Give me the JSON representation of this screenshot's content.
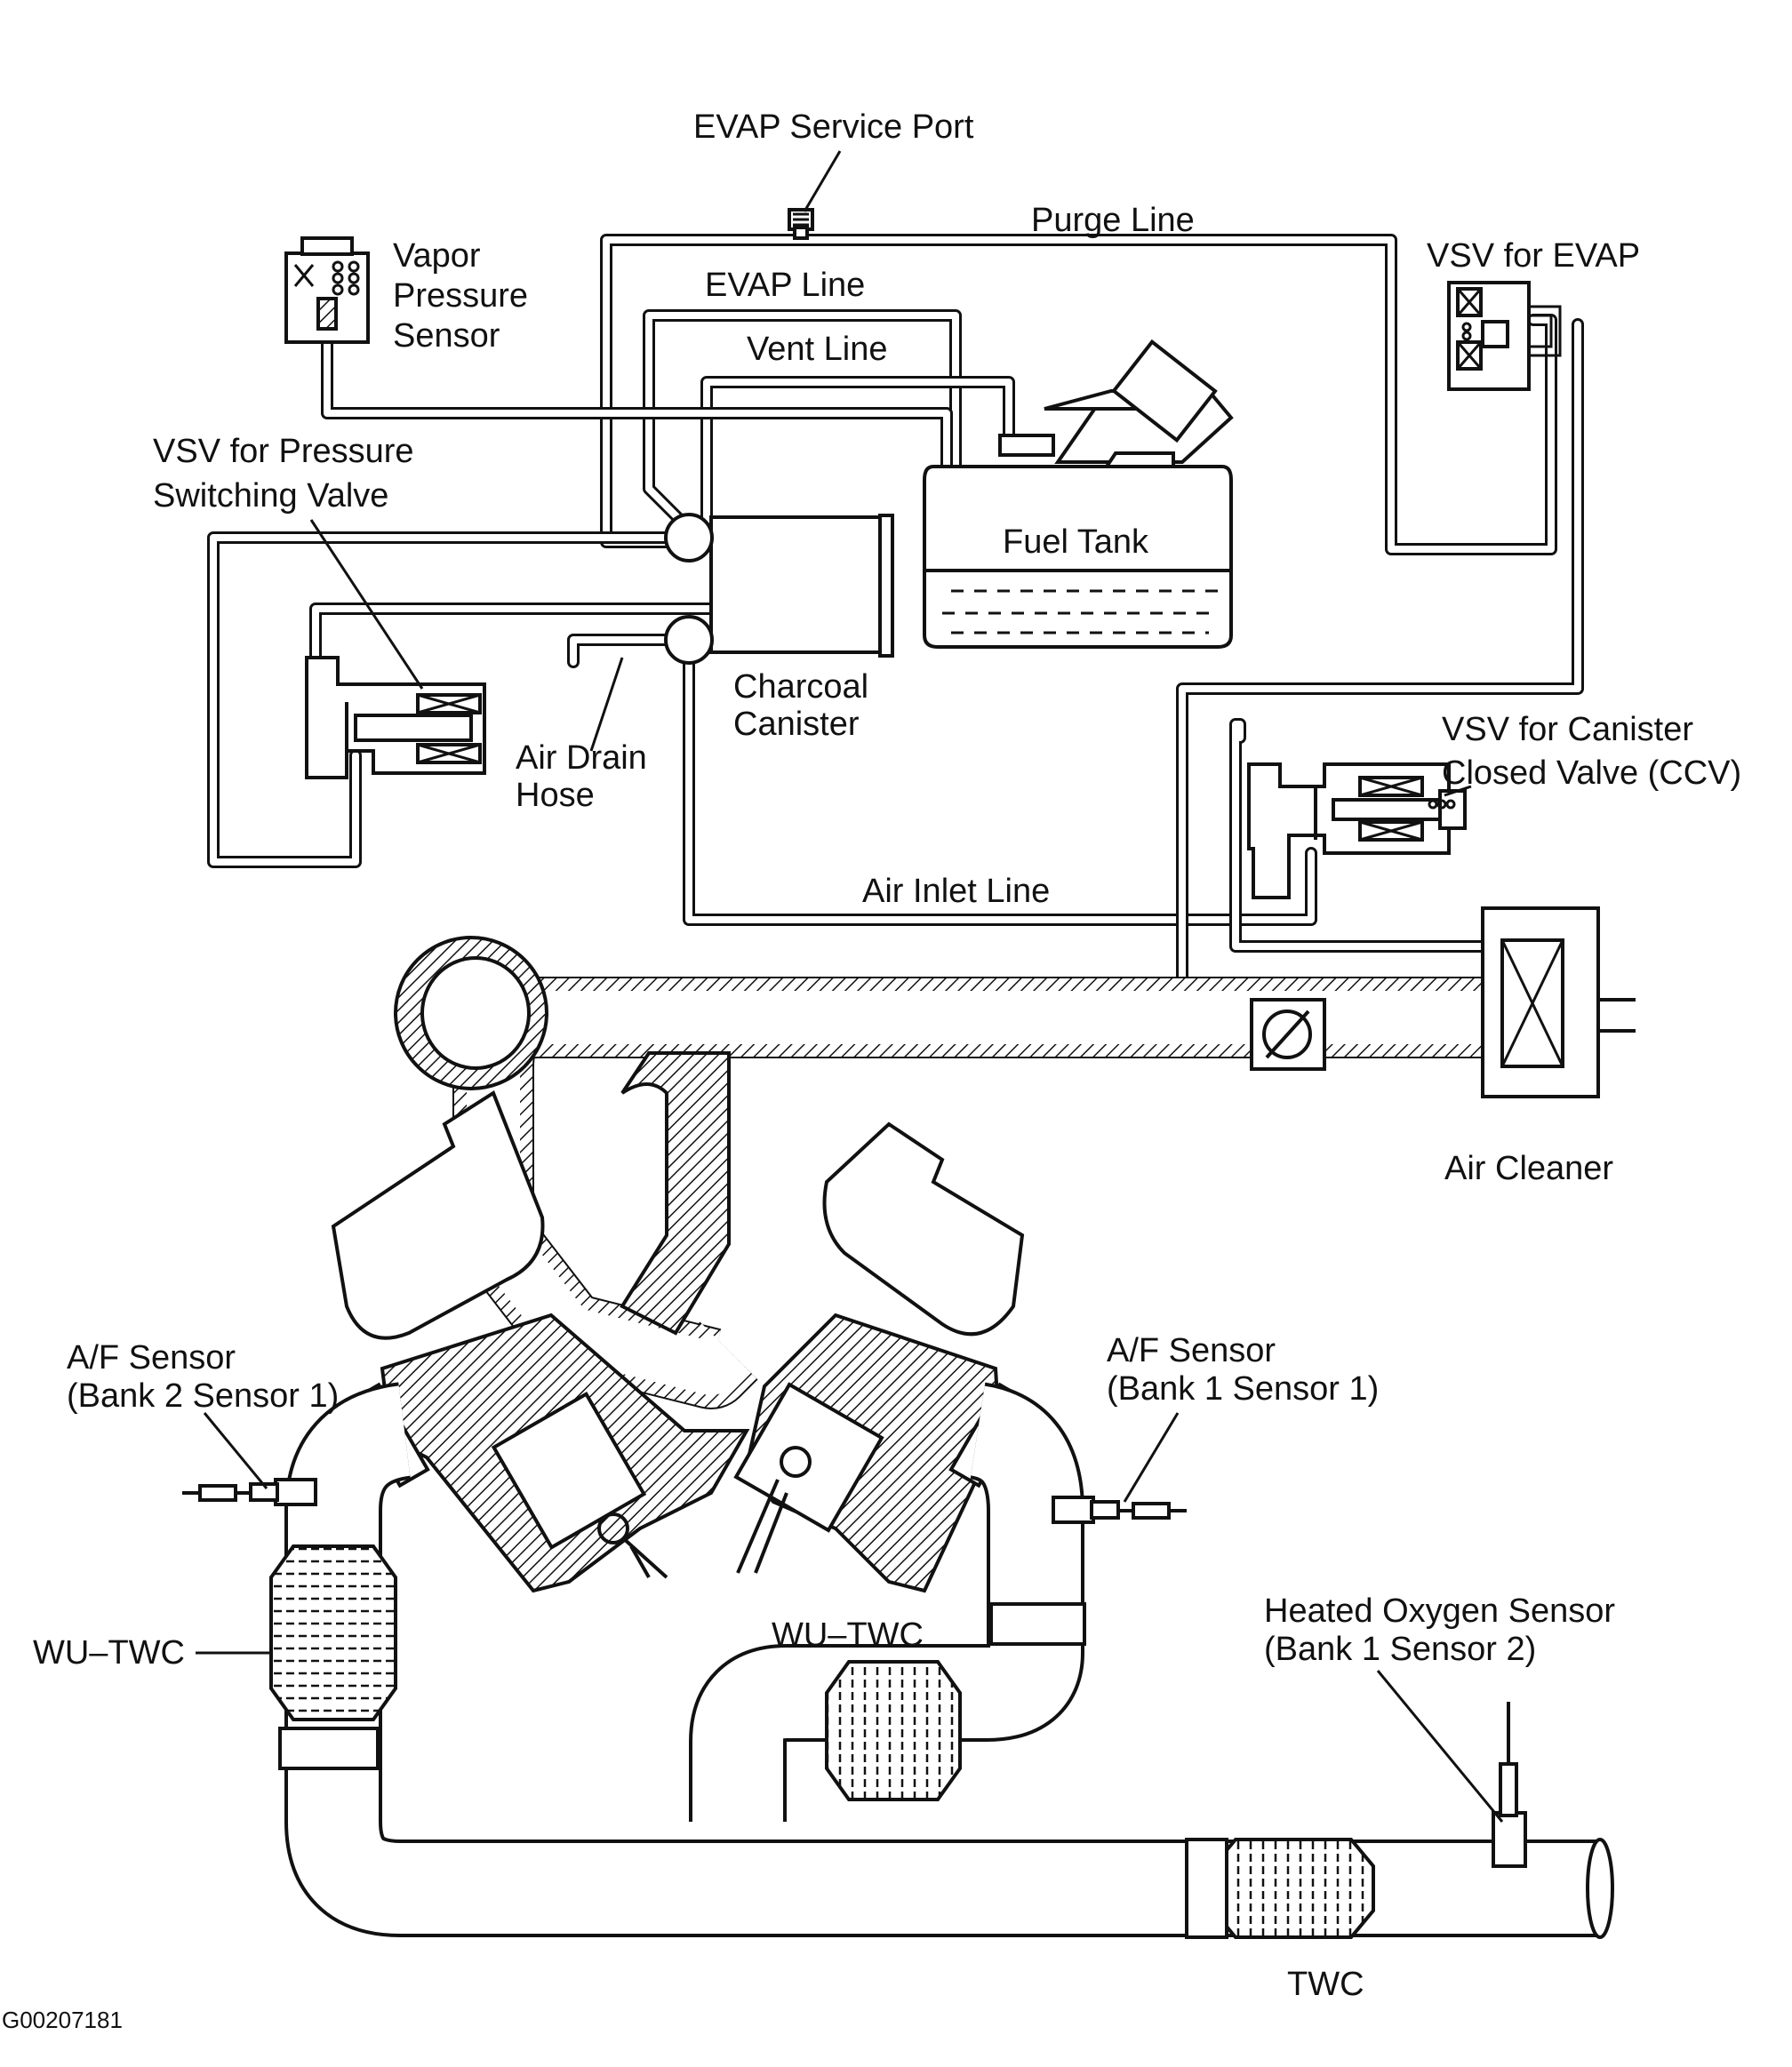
{
  "labels": {
    "evap_service_port": "EVAP Service Port",
    "purge_line": "Purge Line",
    "vsv_for_evap": "VSV for EVAP",
    "vapor_pressure_sensor": [
      "Vapor",
      "Pressure",
      "Sensor"
    ],
    "evap_line": "EVAP Line",
    "vent_line": "Vent Line",
    "vsv_pressure_switching": [
      "VSV for Pressure",
      "Switching Valve"
    ],
    "fuel_tank": "Fuel Tank",
    "charcoal_canister": [
      "Charcoal",
      "Canister"
    ],
    "air_drain_hose": [
      "Air Drain",
      "Hose"
    ],
    "vsv_canister_closed": [
      "VSV for Canister",
      "Closed Valve (CCV)"
    ],
    "air_inlet_line": "Air Inlet Line",
    "air_cleaner": "Air Cleaner",
    "af_sensor_bank2": [
      "A/F Sensor",
      "(Bank 2 Sensor 1)"
    ],
    "af_sensor_bank1": [
      "A/F Sensor",
      "(Bank 1 Sensor 1)"
    ],
    "wu_twc_left": "WU–TWC",
    "wu_twc_center": "WU–TWC",
    "heated_oxygen_sensor": [
      "Heated Oxygen Sensor",
      "(Bank 1 Sensor 2)"
    ],
    "twc": "TWC",
    "figure_code": "G00207181"
  }
}
